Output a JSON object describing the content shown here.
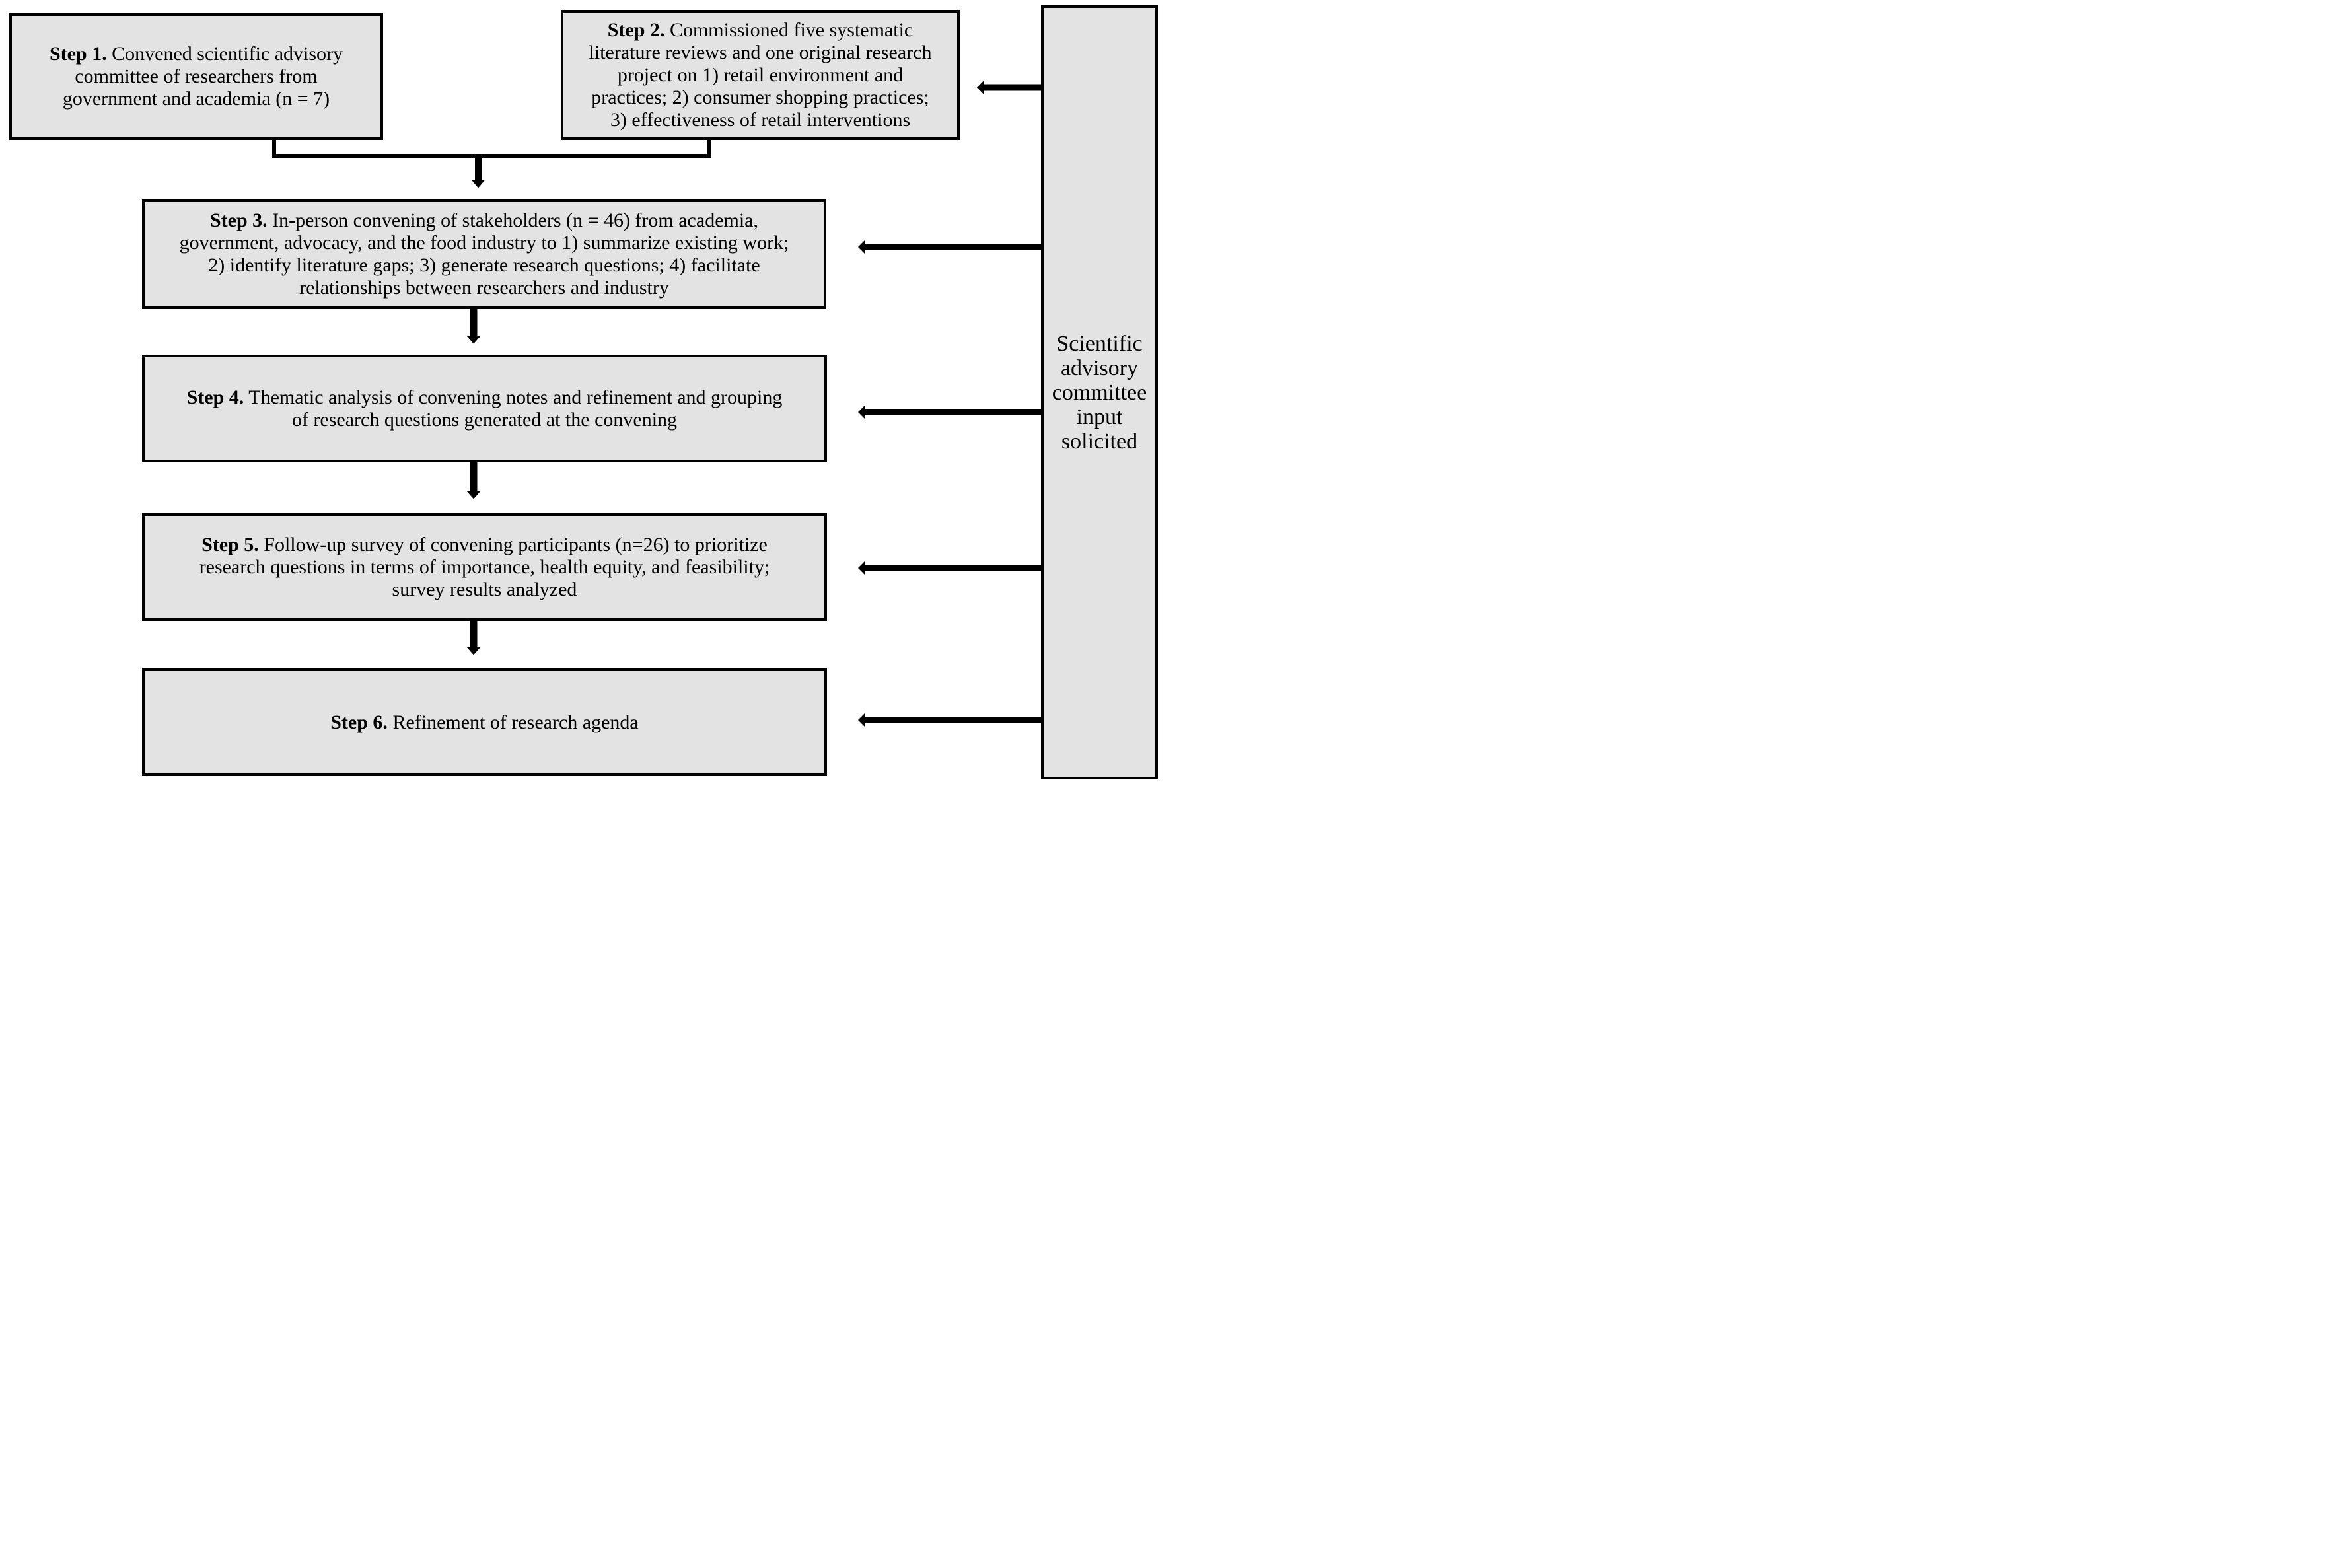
{
  "colors": {
    "background": "#ffffff",
    "box_fill": "#e3e3e3",
    "box_border": "#000000",
    "line": "#000000"
  },
  "steps": [
    {
      "label": "Step 1.",
      "text": "Convened scientific advisory\ncommittee of researchers from\ngovernment and academia (n = 7)"
    },
    {
      "label": "Step 2.",
      "text": "Commissioned five systematic\nliterature reviews and one original research\nproject on 1) retail environment and\npractices; 2) consumer shopping practices;\n3) effectiveness of retail interventions"
    },
    {
      "label": "Step 3.",
      "text": "In-person convening of stakeholders (n = 46) from academia,\ngovernment, advocacy, and the food industry to 1) summarize existing work;\n2) identify literature gaps; 3) generate research questions; 4) facilitate\nrelationships between researchers and industry"
    },
    {
      "label": "Step 4.",
      "text": "Thematic analysis of convening notes and refinement and grouping\nof research questions generated at the convening"
    },
    {
      "label": "Step 5.",
      "text": "Follow-up survey of convening participants (n=26) to prioritize\nresearch questions in terms of importance, health equity, and feasibility;\nsurvey results analyzed"
    },
    {
      "label": "Step 6.",
      "text": "Refinement of research agenda"
    }
  ],
  "sidebar": {
    "text": "Scientific\nadvisory\ncommittee\ninput\nsolicited"
  }
}
